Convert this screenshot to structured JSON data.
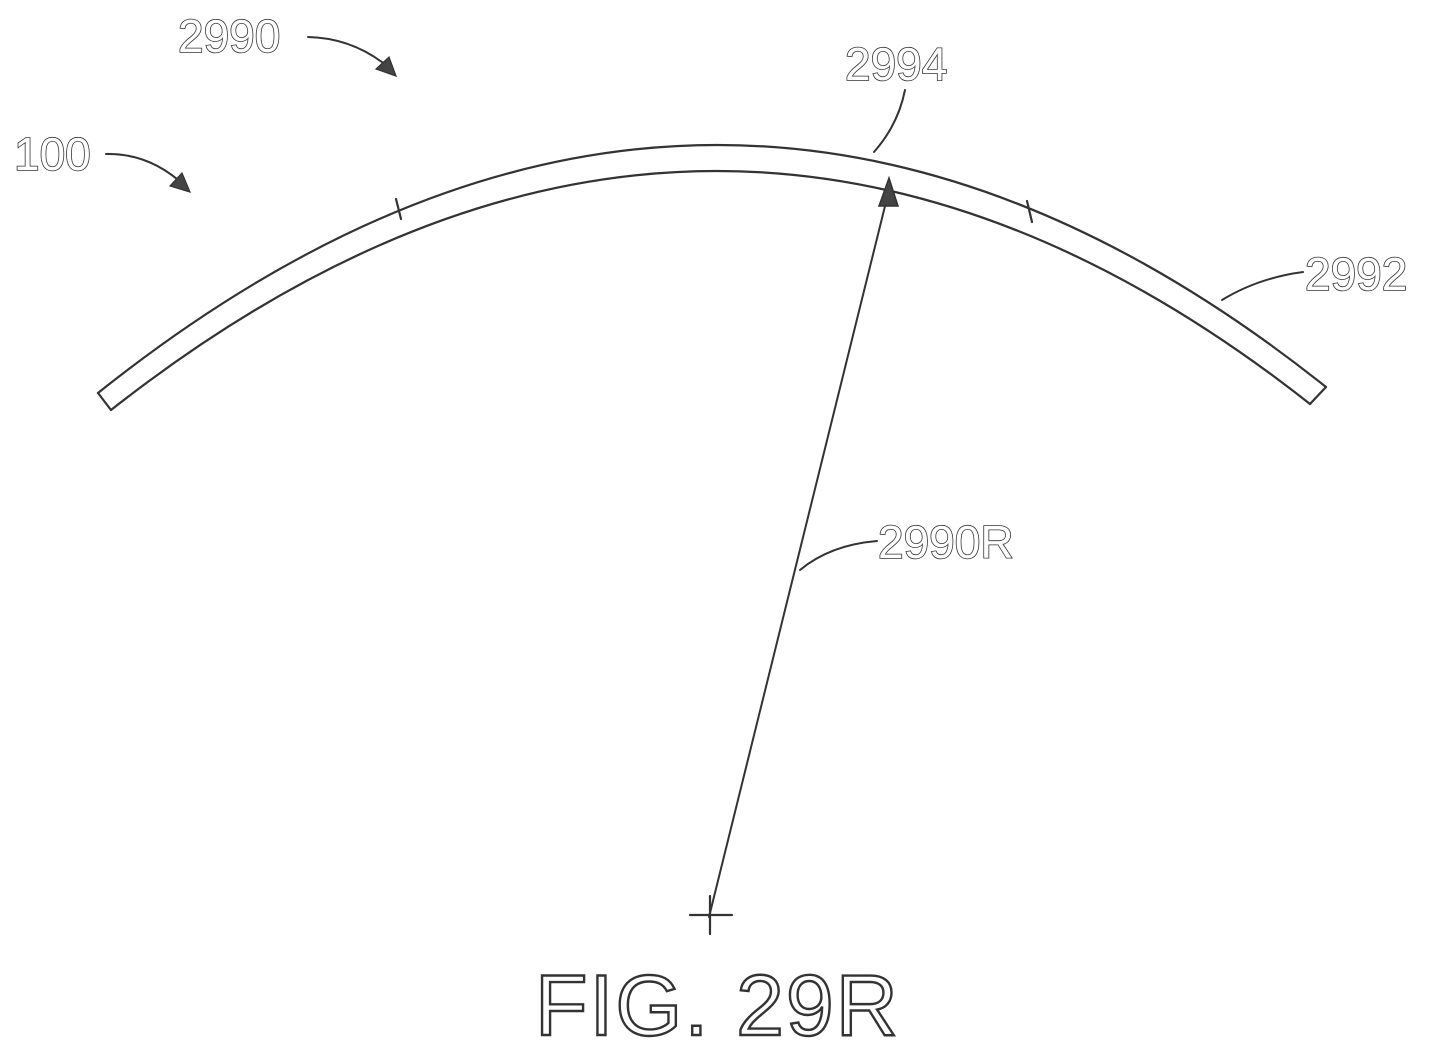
{
  "figure": {
    "caption": "FIG. 29R",
    "labels": {
      "assembly": "2990",
      "device": "100",
      "inner_section": "2994",
      "outer_arc": "2992",
      "radius": "2990R"
    }
  }
}
